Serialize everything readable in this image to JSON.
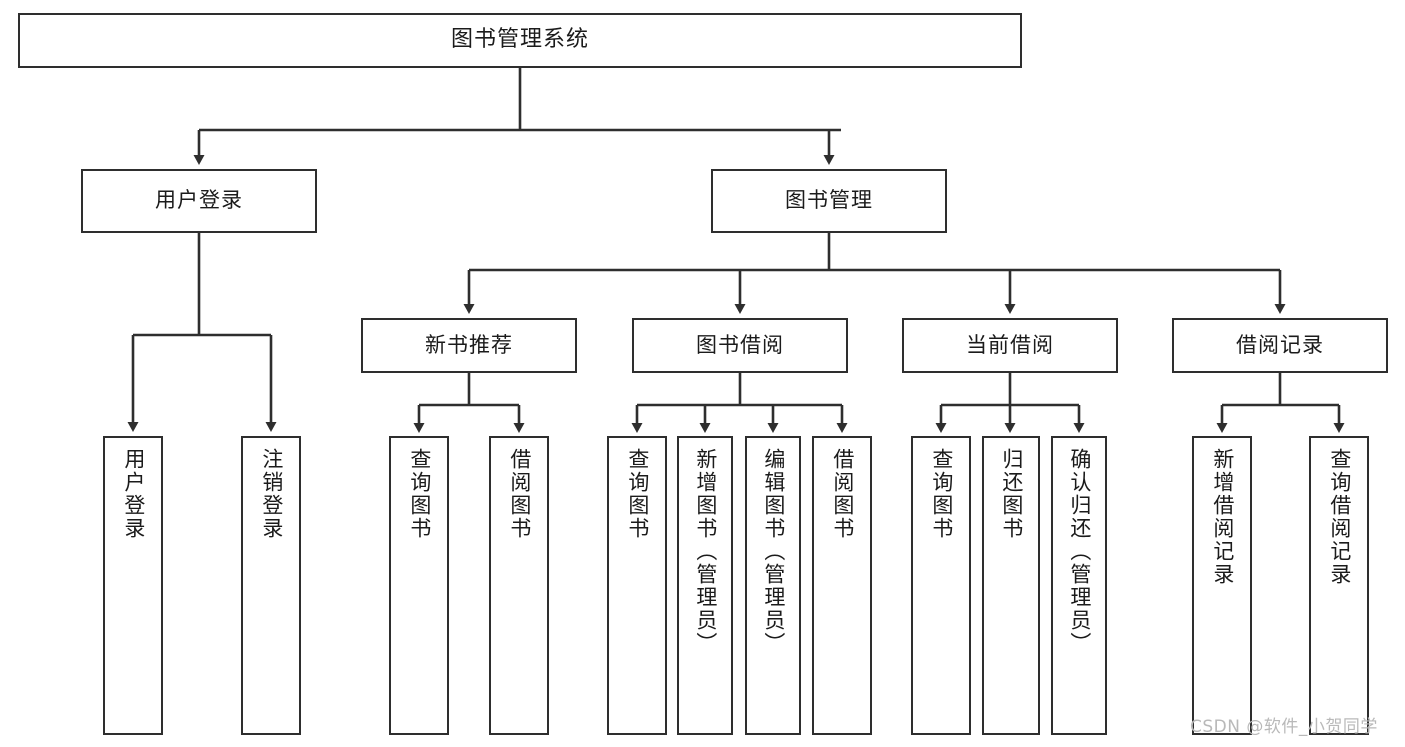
{
  "diagram": {
    "title": "图书管理系统",
    "type": "tree-hierarchy",
    "watermark": "CSDN @软件_小贺同学",
    "colors": {
      "stroke": "#2e2e2e",
      "fill": "#ffffff",
      "text": "#1b1b1b",
      "watermark": "#b9b9b9"
    },
    "root": {
      "label": "图书管理系统"
    },
    "level2": [
      {
        "label": "用户登录"
      },
      {
        "label": "图书管理"
      }
    ],
    "level3": [
      {
        "label": "新书推荐"
      },
      {
        "label": "图书借阅"
      },
      {
        "label": "当前借阅"
      },
      {
        "label": "借阅记录"
      }
    ],
    "leaves": {
      "user_login": [
        {
          "label": "用户登录"
        },
        {
          "label": "注销登录"
        }
      ],
      "new_book": [
        {
          "label": "查询图书"
        },
        {
          "label": "借阅图书"
        }
      ],
      "book_borrow": [
        {
          "label": "查询图书"
        },
        {
          "label": "新增图书（管理员）"
        },
        {
          "label": "编辑图书（管理员）"
        },
        {
          "label": "借阅图书"
        }
      ],
      "current_borrow": [
        {
          "label": "查询图书"
        },
        {
          "label": "归还图书"
        },
        {
          "label": "确认归还（管理员）"
        }
      ],
      "borrow_record": [
        {
          "label": "新增借阅记录"
        },
        {
          "label": "查询借阅记录"
        }
      ]
    }
  }
}
